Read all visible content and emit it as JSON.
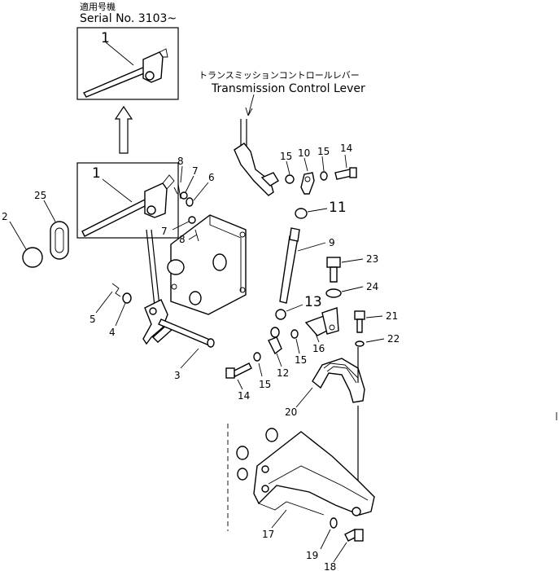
{
  "header": {
    "applicable_models_jp": "適用号機",
    "serial_range": "Serial No. 3103~"
  },
  "title": {
    "label_jp": "トランスミッションコントロールレバー",
    "label_en": "Transmission Control Lever"
  },
  "callouts": [
    "1",
    "1",
    "2",
    "3",
    "4",
    "5",
    "6",
    "7",
    "7",
    "8",
    "8",
    "9",
    "10",
    "11",
    "12",
    "13",
    "14",
    "14",
    "15",
    "15",
    "15",
    "15",
    "16",
    "17",
    "18",
    "19",
    "20",
    "21",
    "22",
    "23",
    "24",
    "25"
  ]
}
